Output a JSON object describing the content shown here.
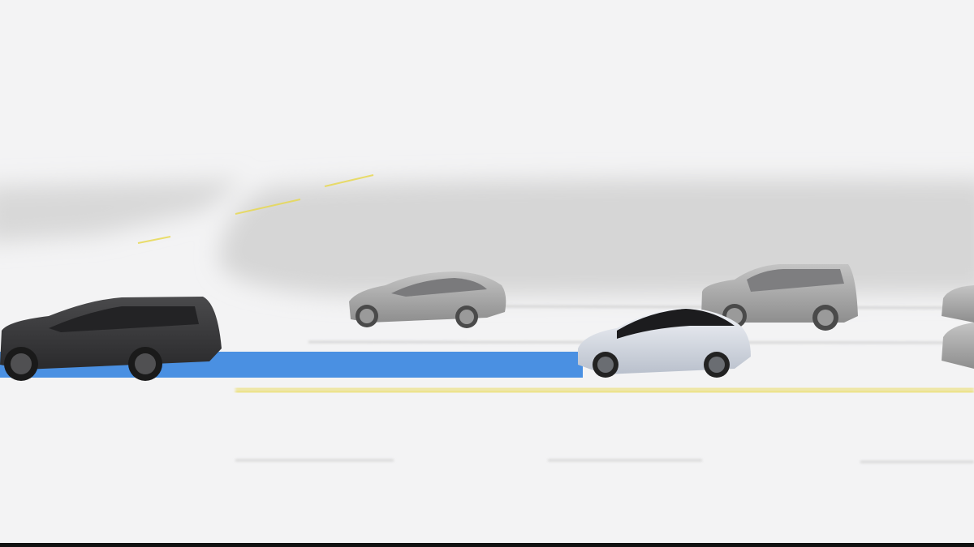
{
  "scene": {
    "type": "driving-visualization",
    "colors": {
      "background": "#f3f3f4",
      "offroad_shadow": "#d6d6d6",
      "planned_path": "#4a90e2",
      "center_line": "#e8d84a",
      "lane_line": "#c8c8c8",
      "ego_car": "#dfe3ea",
      "ego_roof": "#1c1c1e",
      "lead_vehicle": "#3c3c3e",
      "other_vehicle": "#a6a6a6"
    },
    "vehicles": [
      {
        "role": "lead-suv",
        "icon": "suv-icon"
      },
      {
        "role": "adjacent-sedan",
        "icon": "sedan-icon"
      },
      {
        "role": "adjacent-suv",
        "icon": "suv-icon"
      },
      {
        "role": "ego-car",
        "icon": "ego-car-icon"
      },
      {
        "role": "partial-vehicle-top",
        "icon": "sedan-icon"
      },
      {
        "role": "partial-vehicle-bottom",
        "icon": "sedan-icon"
      }
    ]
  }
}
